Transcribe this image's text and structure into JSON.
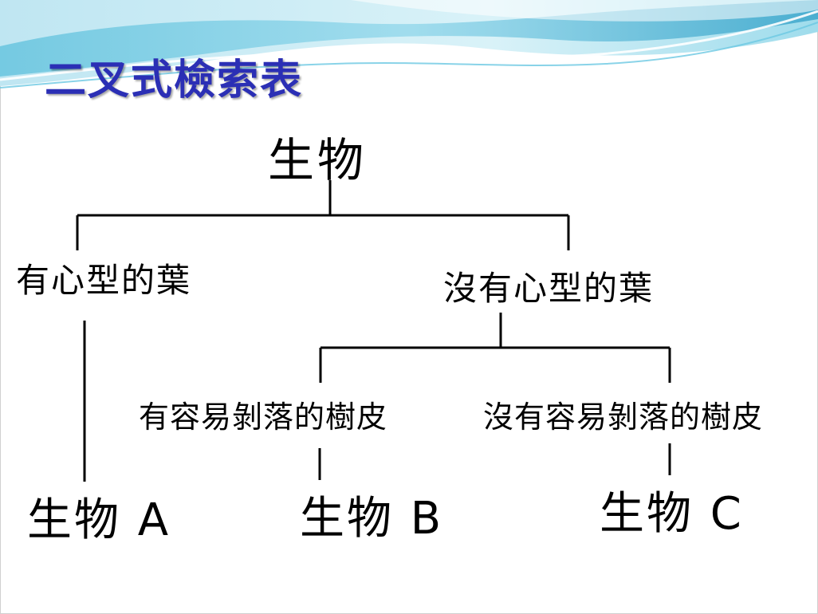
{
  "title": "二叉式檢索表",
  "colors": {
    "title": "#2b2fb5",
    "banner_light": "#cfeef6",
    "banner_mid": "#7fcfe6",
    "banner_dark": "#3aa9cf",
    "lines": "#000000"
  },
  "tree": {
    "root": "生物",
    "left": {
      "label": "有心型的葉",
      "leaf": "生物 A"
    },
    "right": {
      "label": "沒有心型的葉",
      "left": {
        "label": "有容易剝落的樹皮",
        "leaf": "生物 B"
      },
      "right": {
        "label": "沒有容易剝落的樹皮",
        "leaf": "生物 C"
      }
    }
  }
}
